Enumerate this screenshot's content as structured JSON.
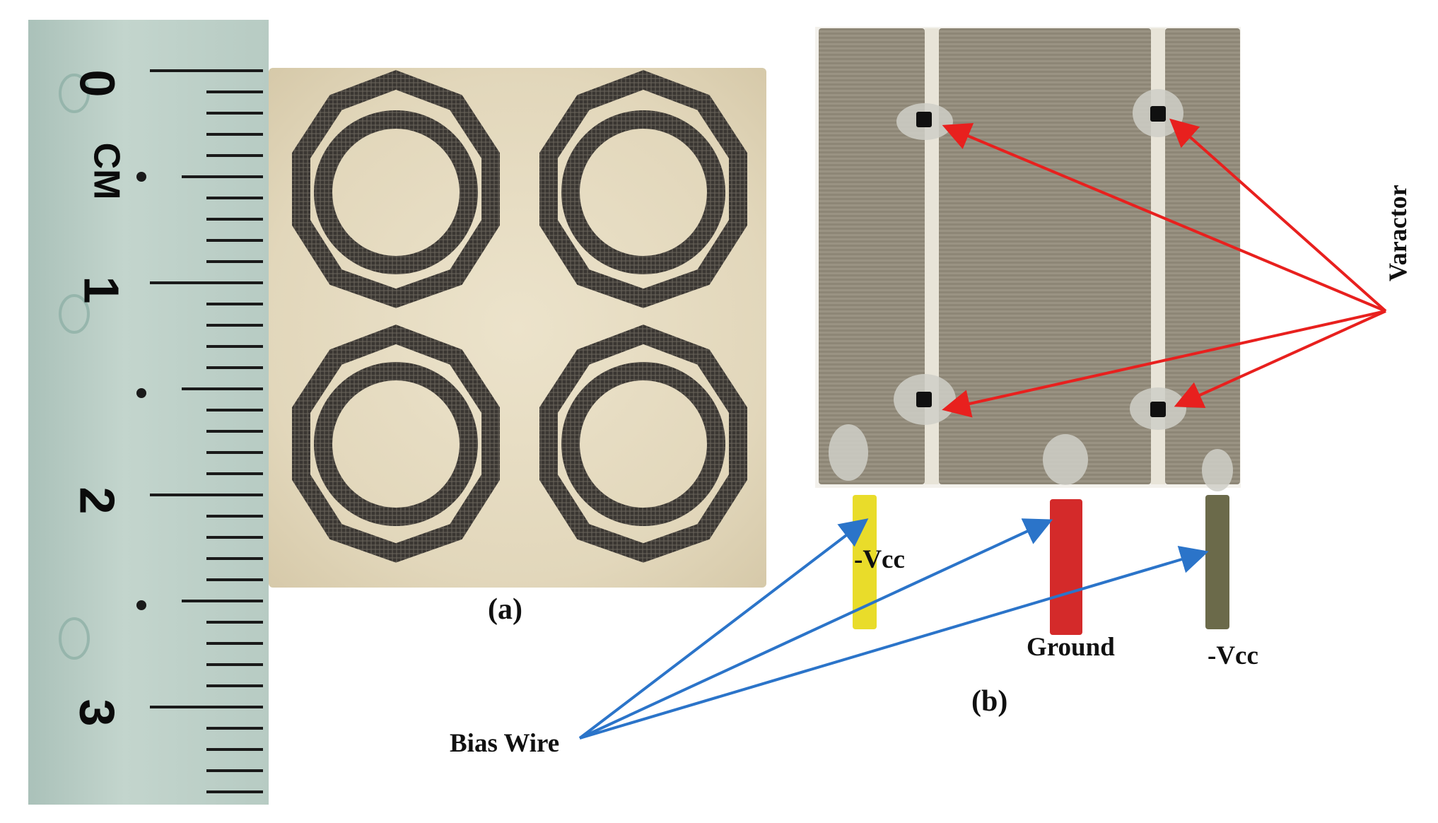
{
  "panel_a": {
    "caption": "(a)",
    "ruler": {
      "unit_label": "CM",
      "numbers": [
        "0",
        "1",
        "2",
        "3"
      ]
    }
  },
  "panel_b": {
    "caption": "(b)",
    "labels": {
      "varactor": "Varactor",
      "vcc_left": "-Vcc",
      "ground": "Ground",
      "vcc_right": "-Vcc",
      "bias_wire": "Bias Wire"
    },
    "wire_colors": {
      "left": "#e9dc2a",
      "middle": "#d42a2a",
      "right": "#6b6a4a"
    }
  },
  "colors": {
    "varactor_arrow": "#e8201e",
    "bias_arrow": "#2b74c9",
    "felt": "#e6dcc2",
    "fabric": "#8a8272",
    "ruler": "#b9ccc4"
  }
}
